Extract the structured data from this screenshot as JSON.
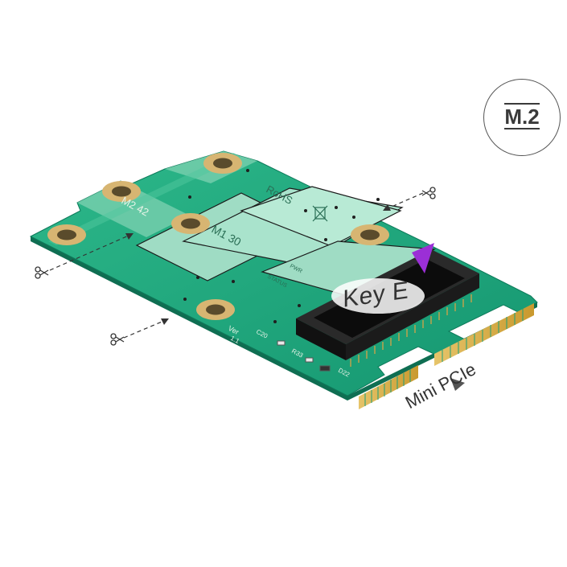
{
  "badge": {
    "label": "M.2"
  },
  "callouts": {
    "key": "Key E",
    "slot": "Mini PCIe"
  },
  "pcb_labels": {
    "size_m2_42": "M2 42",
    "size_m1_30": "M1 30",
    "rohs": "RoHS",
    "ver": "Ver",
    "ver_num": "1.1",
    "c20": "C20",
    "r33": "R33",
    "d22": "D22",
    "status": "STATUS",
    "pwr": "PWR"
  },
  "colors": {
    "pcb": "#1fa37b",
    "pcb_light": "#8fd8bd",
    "connector": "#1a1a1a",
    "gold": "#d8b25a",
    "accent": "#9b2fd6"
  }
}
